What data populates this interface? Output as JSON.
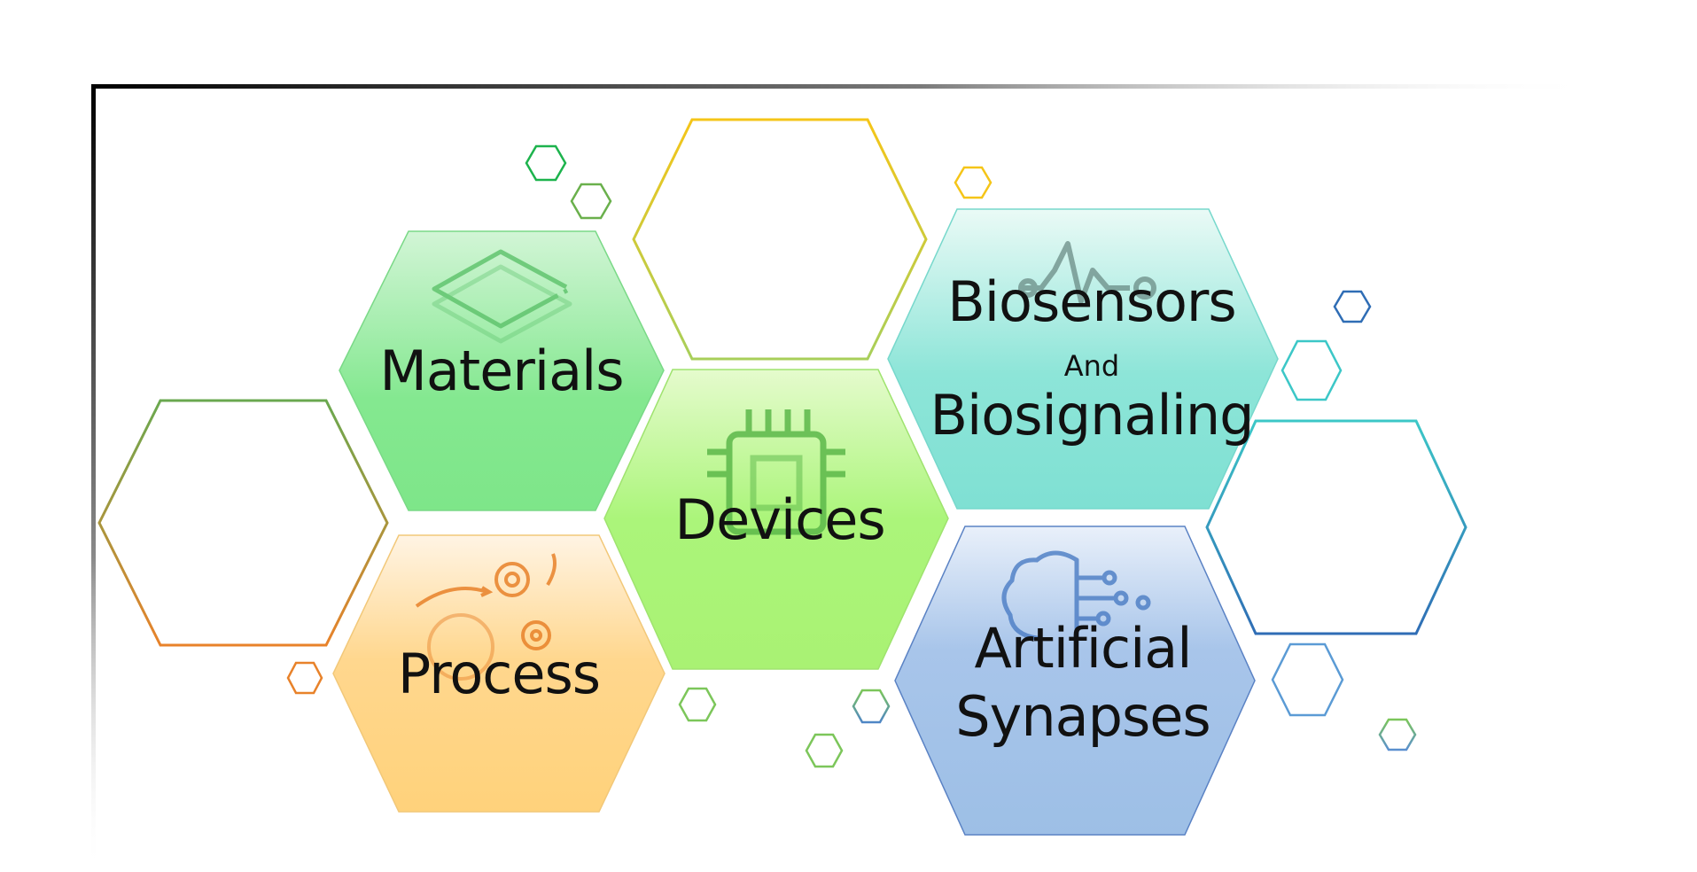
{
  "hexagons": {
    "materials": {
      "label": "Materials",
      "icon": "layers-icon",
      "colors": [
        "#d2f5d6",
        "#84e890",
        "#7ee689"
      ]
    },
    "devices": {
      "label": "Devices",
      "icon": "microchip-icon",
      "colors": [
        "#e5fbcd",
        "#abf57a",
        "#a9f273"
      ]
    },
    "biosensors": {
      "line1": "Biosensors",
      "line2": "And",
      "line3": "Biosignaling",
      "icon": "heartbeat-signal-icon",
      "colors": [
        "#eafaf6",
        "#8de5d8",
        "#7fe0d3"
      ]
    },
    "process": {
      "label": "Process",
      "icon": "gears-icon",
      "colors": [
        "#fff4e4",
        "#ffd78e",
        "#ffd27b"
      ]
    },
    "synapses": {
      "line1": "Artificial",
      "line2": "Synapses",
      "icon": "brain-circuit-icon",
      "colors": [
        "#e9f0fa",
        "#a8c5ea",
        "#9dbfe6"
      ]
    }
  },
  "accent_colors": {
    "green": "#1db34d",
    "olive_green": "#6ab04c",
    "yellow": "#f5c518",
    "orange": "#e8822a",
    "blue": "#2f6db5",
    "teal": "#3cc7c7",
    "light_green": "#7cc65a"
  }
}
